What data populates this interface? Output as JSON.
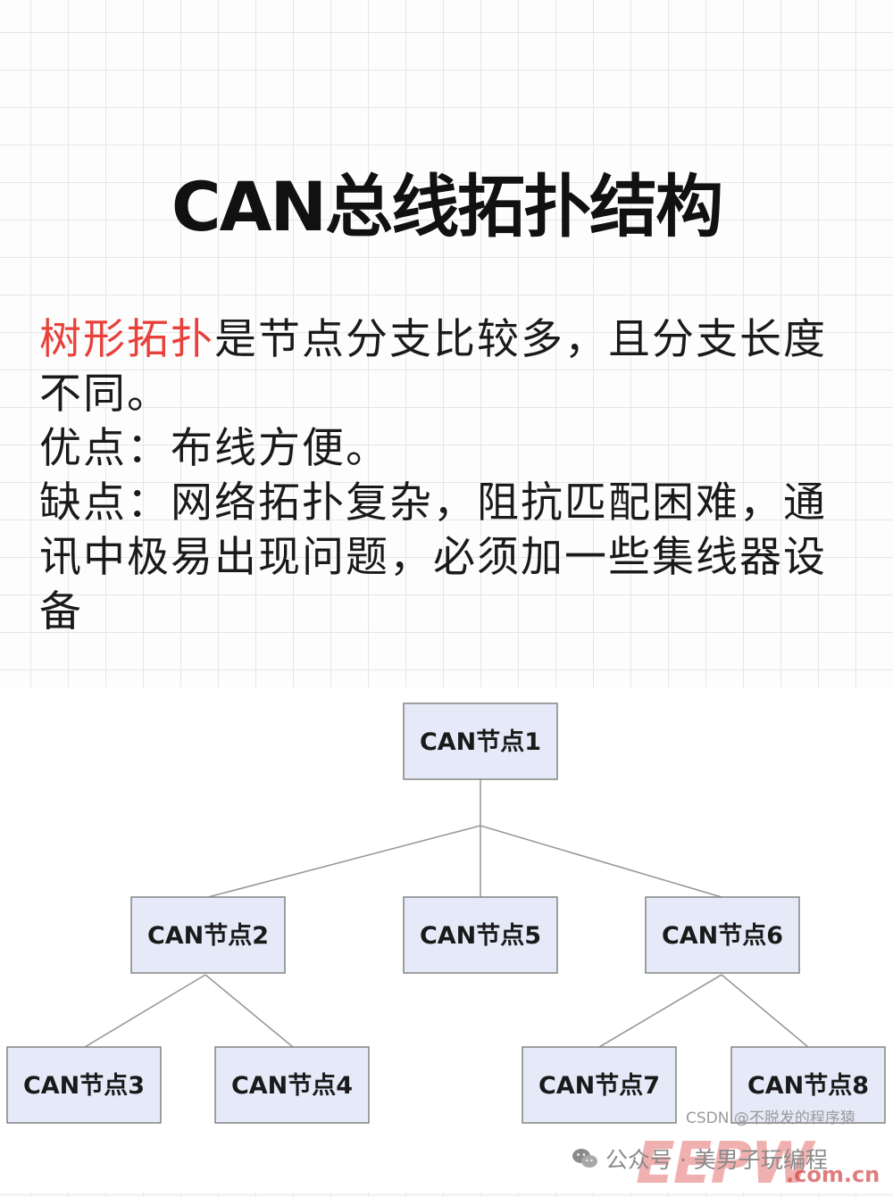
{
  "title": "CAN总线拓扑结构",
  "description": {
    "term": "树形拓扑",
    "line1_rest": "是节点分支比较多，且分支长度不同。",
    "line2": "优点：布线方便。",
    "line3": "缺点：网络拓扑复杂，阻抗匹配困难，通讯中极易出现问题，必须加一些集线器设备"
  },
  "diagram": {
    "nodes": {
      "n1": "CAN节点1",
      "n2": "CAN节点2",
      "n3": "CAN节点3",
      "n4": "CAN节点4",
      "n5": "CAN节点5",
      "n6": "CAN节点6",
      "n7": "CAN节点7",
      "n8": "CAN节点8"
    },
    "colors": {
      "node_fill": "#e6e9f8",
      "node_border": "#8a8a8a",
      "line": "#999999"
    }
  },
  "watermarks": {
    "csdn": "CSDN @不脱发的程序猿",
    "wechat": "公众号 · 美男子玩编程",
    "eepw_logo": "EEPW",
    "eepw_domain": ".com.cn",
    "wechat_icon": "wechat-icon"
  }
}
